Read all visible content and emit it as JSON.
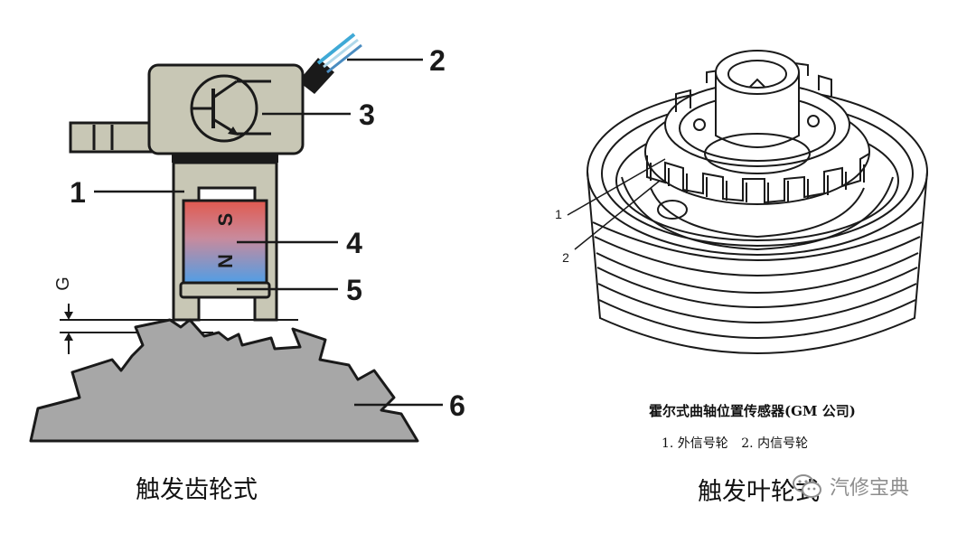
{
  "left_figure": {
    "caption": "触发齿轮式",
    "gap_label": "G",
    "callouts": [
      "1",
      "2",
      "3",
      "4",
      "5",
      "6"
    ],
    "magnet_poles": [
      "S",
      "N"
    ]
  },
  "right_figure": {
    "caption": "触发叶轮式",
    "title": "霍尔式曲轴位置传感器(GM 公司)",
    "callouts": [
      "1",
      "2"
    ],
    "legend": [
      "1. 外信号轮",
      "2. 内信号轮"
    ]
  },
  "watermark": {
    "text": "汽修宝典",
    "icon": "wechat-icon"
  },
  "colors": {
    "housing": "#c8c7b5",
    "tooth_wheel": "#a7a7a7",
    "magnet_top": "#e1594f",
    "magnet_bottom": "#4f9ee6",
    "outline": "#1a1a1a"
  }
}
